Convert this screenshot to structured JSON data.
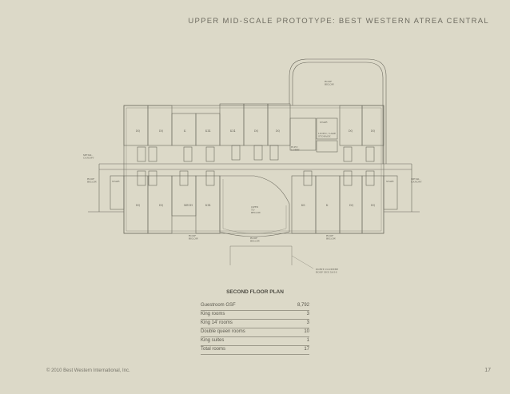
{
  "header": {
    "title": "UPPER MID-SCALE PROTOTYPE: BEST WESTERN ATREA CENTRAL"
  },
  "plan": {
    "title": "SECOND FLOOR PLAN",
    "labels": {
      "roof_below_top": "ROOF\nBELOW",
      "roof_below_center": "ROOF\nBELOW",
      "roof_below_left_bottom": "ROOF\nBELOW",
      "roof_below_right_bottom": "ROOF\nBELOW",
      "roof_below_left": "ROOF\nBELOW",
      "metal_canopy_left": "METAL\nCANOPY",
      "metal_canopy_right": "METAL\nCANOPY",
      "open_to_below": "OPEN\nTO\nBELOW",
      "linen_storage": "LINEN / LAKE\nSTORAGE",
      "stair_center": "STAIR",
      "elev_lobby": "ELEV\nLOBBY",
      "porte_cochere": "PORTE COCHERE\nROOF SEE 3A/16",
      "stair_left": "STAIR",
      "stair_right": "STAIR",
      "mech": "MECH",
      "room_dq": "DQ",
      "room_k": "K",
      "room_ks": "KS",
      "room_k14": "K14"
    }
  },
  "stats": [
    {
      "label": "Guestroom GSF",
      "value": "8,792"
    },
    {
      "label": "King rooms",
      "value": "3"
    },
    {
      "label": "King 14' rooms",
      "value": "3"
    },
    {
      "label": "Double queen rooms",
      "value": "10"
    },
    {
      "label": "King suites",
      "value": "1"
    },
    {
      "label": "Total rooms",
      "value": "17"
    }
  ],
  "footer": {
    "copyright": "© 2010 Best Western International, Inc.",
    "page_number": "17"
  },
  "colors": {
    "background": "#dcd9c8",
    "line": "#6b695e"
  }
}
